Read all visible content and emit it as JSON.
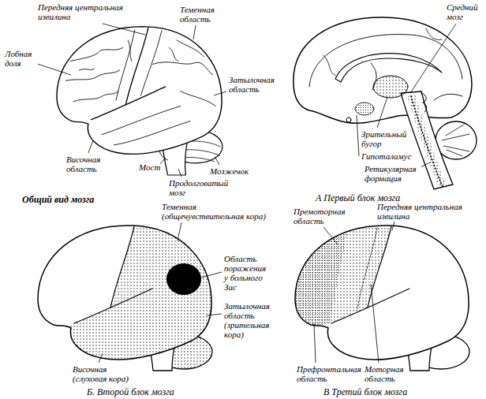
{
  "diagram": {
    "labels": [
      "Передняя центральная извилина",
      "Теменная область",
      "Лобная доля",
      "Затылочная область",
      "Височная область",
      "Мост",
      "Продолговатый мозг",
      "Мозжечок",
      "Общий вид мозга",
      "Средний мозг",
      "Зрительный бугор",
      "Гипоталамус",
      "Ретикулярная формация",
      "А Первый блок мозга",
      "Теменная (общечувствительная кора)",
      "Область поражения у больного Зас",
      "Затылочная область (зрительная кора)",
      "Височная (слуховая кора)",
      "Б. Второй блок мозга",
      "Передняя центральная извилина",
      "Премоторная область",
      "Префронтальная область",
      "Моторная область",
      "В Третий блок мозга"
    ]
  }
}
